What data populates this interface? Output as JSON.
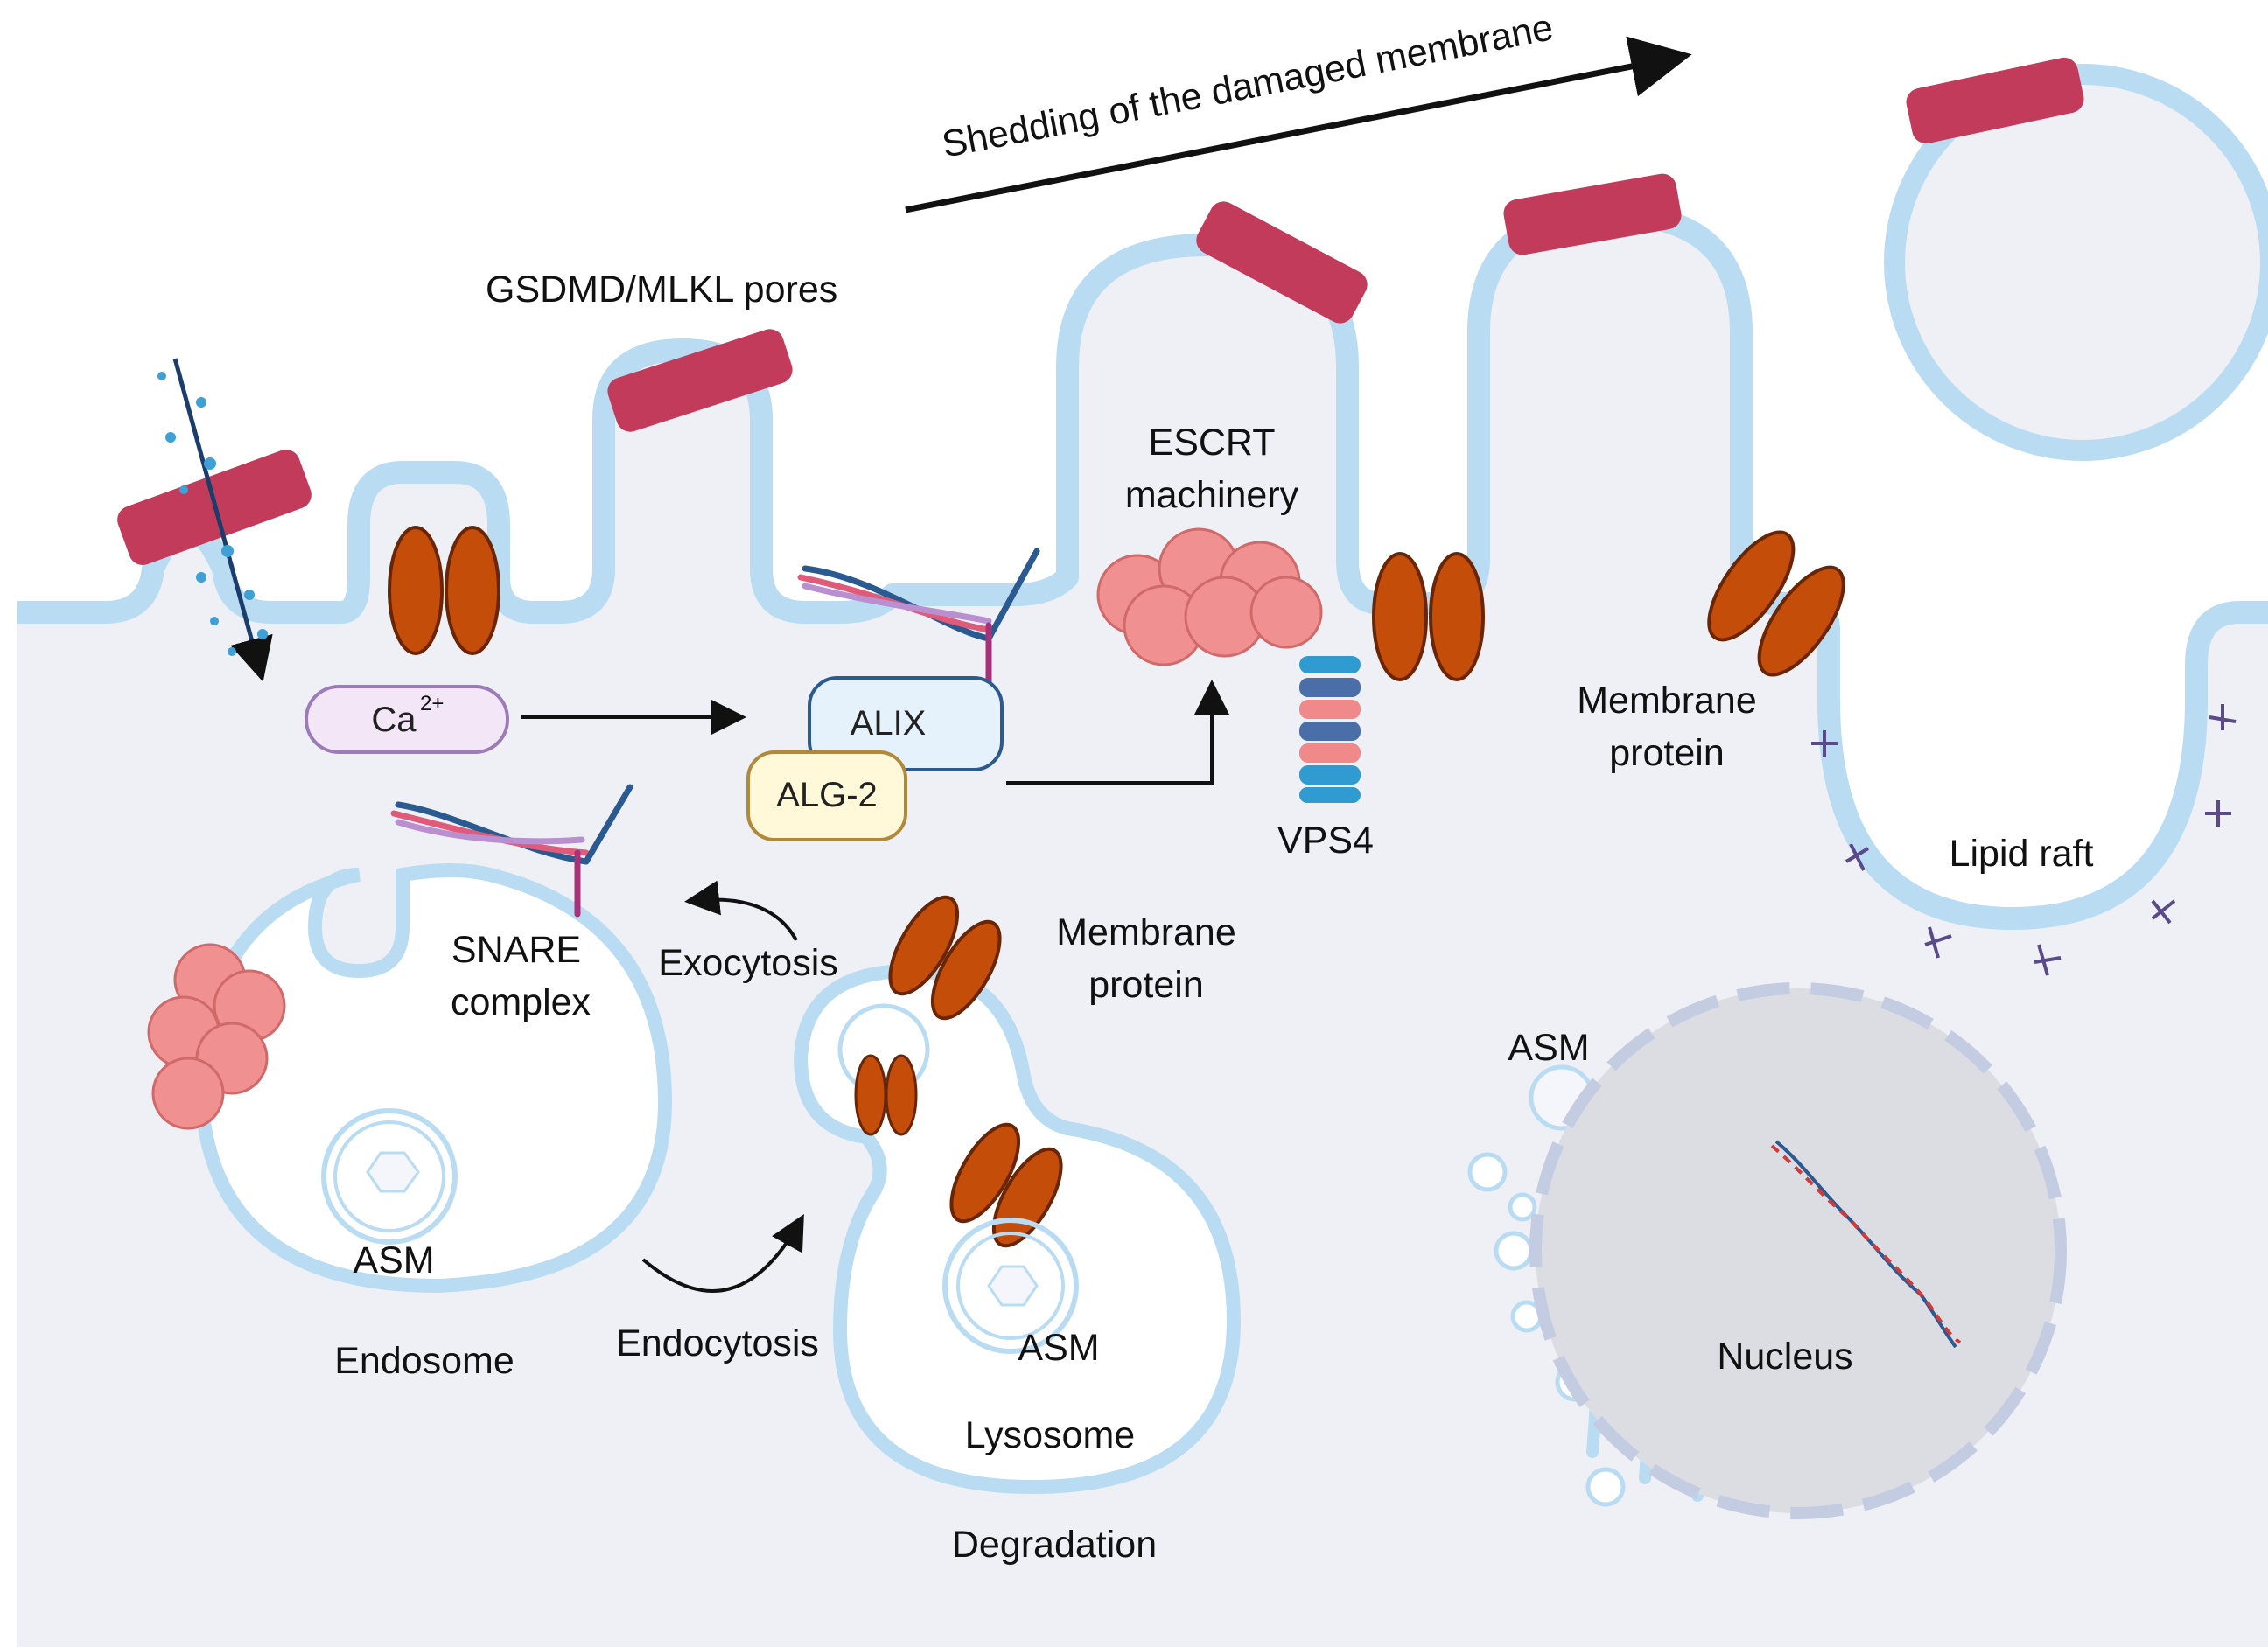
{
  "labels": {
    "shedding": "Shedding of the damaged membrane",
    "pores": "GSDMD/MLKL pores",
    "escrt_line1": "ESCRT",
    "escrt_line2": "machinery",
    "vps4": "VPS4",
    "membrane_protein_top_line1": "Membrane",
    "membrane_protein_top_line2": "protein",
    "lipid_raft": "Lipid raft",
    "ca": "Ca",
    "ca_superscript": "2+",
    "alix": "ALIX",
    "alg2": "ALG-2",
    "snare_line1": "SNARE",
    "snare_line2": "complex",
    "exocytosis": "Exocytosis",
    "membrane_protein_mid_line1": "Membrane",
    "membrane_protein_mid_line2": "protein",
    "asm_endosome": "ASM",
    "endosome": "Endosome",
    "endocytosis": "Endocytosis",
    "asm_lysosome": "ASM",
    "lysosome": "Lysosome",
    "degradation": "Degradation",
    "asm_golgi": "ASM",
    "nucleus": "Nucleus"
  },
  "colors": {
    "cytoplasm": "#eef0f6",
    "membrane": "#b9dcf3",
    "pore": "#c23b5a",
    "membrane_protein": "#c44d0a",
    "escrt": "#f09090",
    "alix_fill": "#e6f2fb",
    "alg2_fill": "#fff8d9",
    "ca_fill": "#f3e6f7",
    "nucleus": "#dcdde3"
  }
}
